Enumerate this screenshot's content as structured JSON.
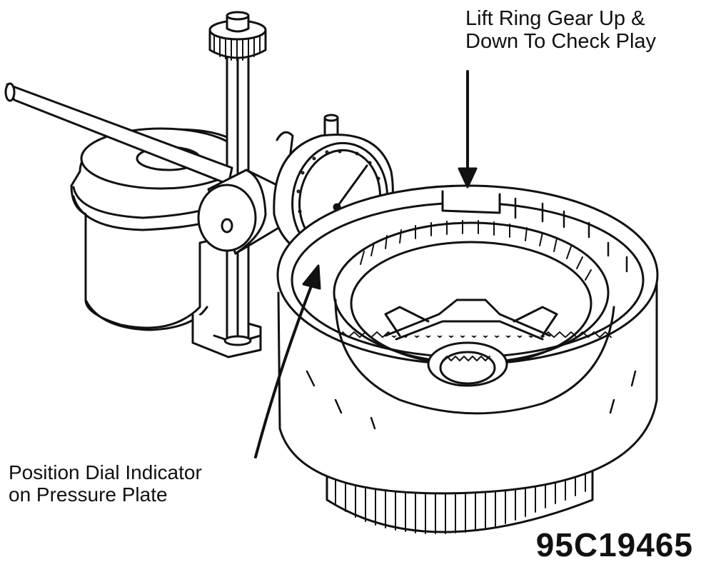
{
  "callouts": {
    "top": {
      "line1": "Lift Ring Gear Up &",
      "line2": "Down To Check Play"
    },
    "bottom": {
      "line1": "Position Dial Indicator",
      "line2": "on Pressure Plate"
    }
  },
  "figure_code": "95C19465",
  "colors": {
    "ink": "#111111",
    "paper": "#ffffff"
  }
}
